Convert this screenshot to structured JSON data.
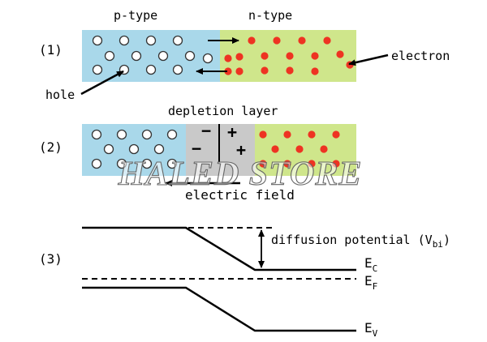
{
  "labels": {
    "p_type": "p-type",
    "n_type": "n-type",
    "step1": "(1)",
    "step2": "(2)",
    "step3": "(3)",
    "electron": "electron",
    "hole": "hole",
    "depletion_layer": "depletion layer",
    "electric_field": "electric field",
    "diffusion_potential": "diffusion potential (V",
    "diffusion_potential_sub": "bi",
    "diffusion_potential_close": ")",
    "ec": "E",
    "ec_sub": "C",
    "ef": "E",
    "ef_sub": "F",
    "ev": "E",
    "ev_sub": "V",
    "minus": "−",
    "plus": "+"
  },
  "watermark": "HALED STORE",
  "colors": {
    "p_region": "#a9d8ea",
    "n_region": "#cfe68b",
    "depletion": "#c9c9c9",
    "electron": "#ee3322",
    "hole_fill": "#ffffff",
    "hole_stroke": "#333333",
    "line": "#000000"
  }
}
